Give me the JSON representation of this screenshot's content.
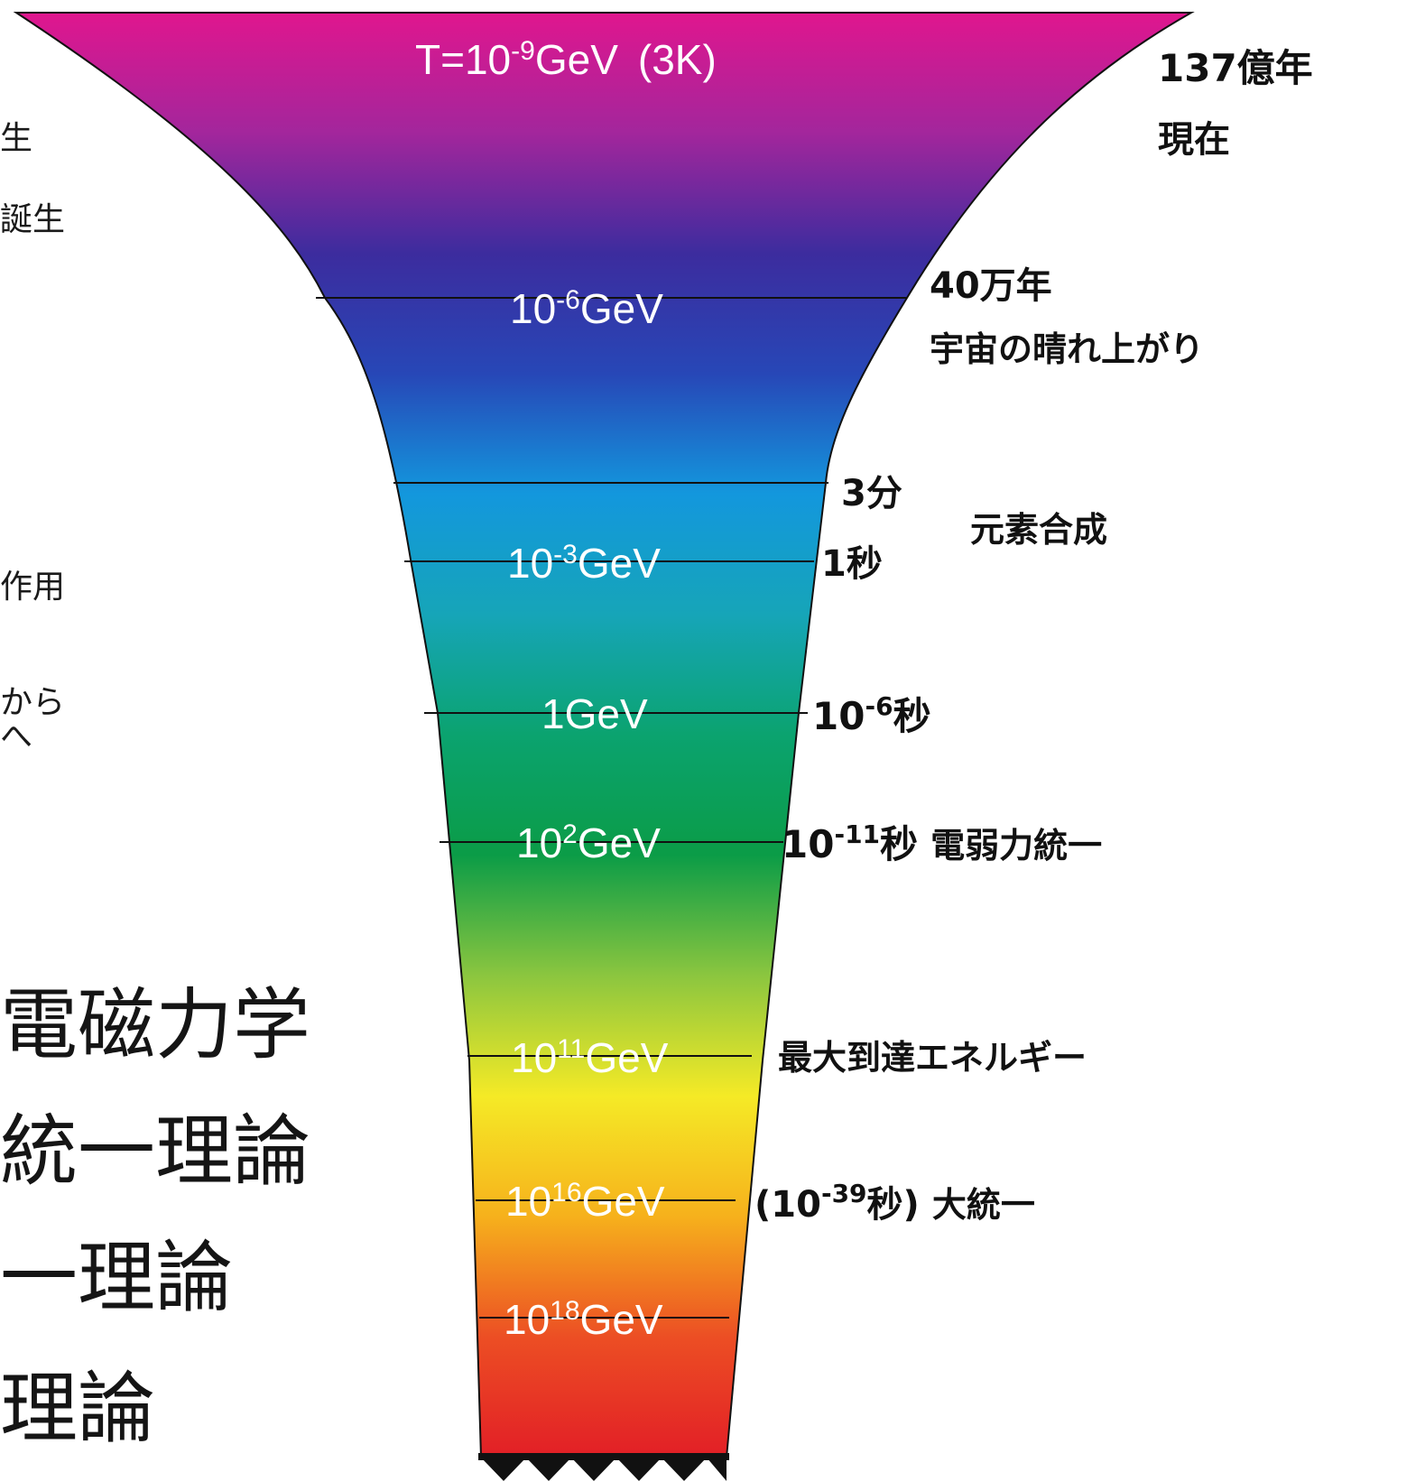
{
  "diagram": {
    "colors": {
      "gradient_stops": [
        "#e0168e",
        "#a3269c",
        "#3c2c9e",
        "#2747b7",
        "#1397dd",
        "#16a5b8",
        "#0ba36f",
        "#0b9c47",
        "#8cc63f",
        "#f5ea26",
        "#f6b11c",
        "#ec4e24",
        "#e21f26"
      ],
      "lines": "#111111",
      "temperature_text": "#ffffff"
    },
    "temperatures": [
      {
        "base": "T=10",
        "exp": "-9",
        "unit": "GeV",
        "note": "(3K)"
      },
      {
        "base": "10",
        "exp": "-6",
        "unit": "GeV"
      },
      {
        "base": "10",
        "exp": "-3",
        "unit": "GeV"
      },
      {
        "base": "1",
        "exp": "",
        "unit": "GeV"
      },
      {
        "base": "10",
        "exp": "2",
        "unit": "GeV"
      },
      {
        "base": "10",
        "exp": "11",
        "unit": "GeV"
      },
      {
        "base": "10",
        "exp": "16",
        "unit": "GeV"
      },
      {
        "base": "10",
        "exp": "18",
        "unit": "GeV"
      }
    ],
    "right_labels": {
      "age_now": "137億年",
      "now": "現在",
      "age_400k": "40万年",
      "recombination": "宇宙の晴れ上がり",
      "t_3min": "3分",
      "nucleosynthesis": "元素合成",
      "t_1s": "1秒",
      "t_micro": {
        "base": "10",
        "exp": "-6",
        "suffix": "秒"
      },
      "t_ew": {
        "base": "10",
        "exp": "-11",
        "suffix": "秒",
        "label": "電弱力統一"
      },
      "max_energy": "最大到達エネルギー",
      "t_gut": {
        "prefix": "(10",
        "exp": "-39",
        "suffix": "秒)",
        "label": "大統一"
      }
    },
    "left_cropped": [
      "生",
      "誕生",
      "作用",
      "から",
      "へ"
    ],
    "left_large": [
      "電磁力学",
      "統一理論",
      "一理論",
      "理論"
    ]
  }
}
